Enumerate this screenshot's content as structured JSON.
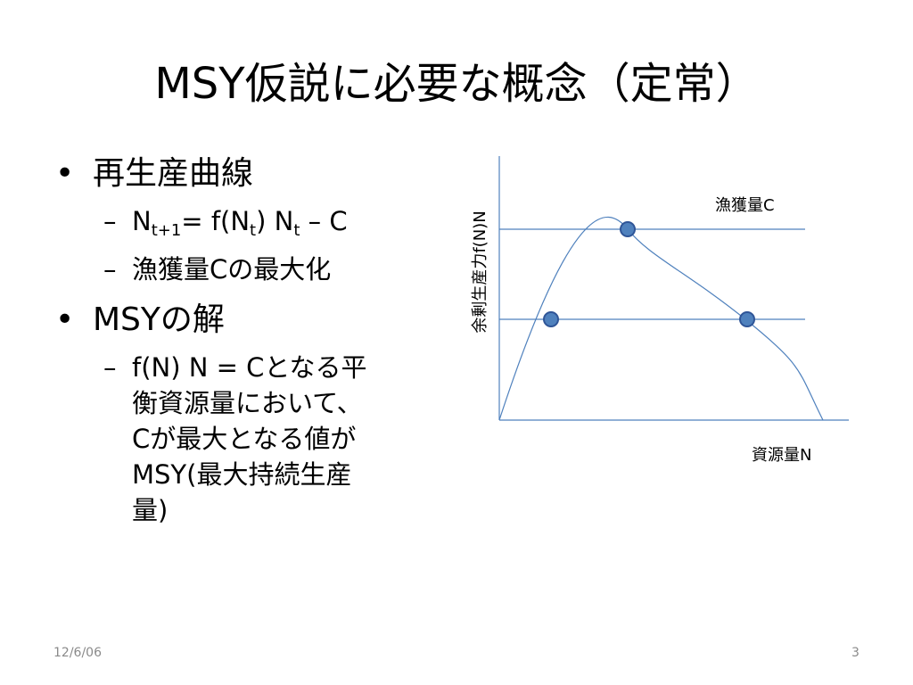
{
  "slide": {
    "title": "MSY仮説に必要な概念（定常）",
    "date": "12/6/06",
    "page_number": "3"
  },
  "bullets": [
    {
      "text": "再生産曲線",
      "subitems": [
        {
          "formula": {
            "n": "N",
            "sub1": "t+1",
            "mid": "= f(N",
            "sub2": "t",
            "mid2": ") N",
            "sub3": "t",
            "tail": " – C"
          }
        },
        {
          "text": "漁獲量Cの最大化"
        }
      ]
    },
    {
      "text": "MSYの解",
      "subitems": [
        {
          "text": "f(N) N = Cとなる平衡資源量において、Cが最大となる値がMSY(最大持続生産量)"
        }
      ]
    }
  ],
  "chart_data": {
    "type": "line",
    "xlabel": "資源量N",
    "ylabel": "余剰生産力f(N)N",
    "series": [
      {
        "name": "余剰生産力f(N)N",
        "shape": "dome",
        "x_domain": [
          0,
          1
        ],
        "peak_x": 0.4
      }
    ],
    "horizontal_lines": [
      {
        "label": "漁獲量C",
        "level": "max",
        "value": 1.0
      },
      {
        "level": "lower",
        "value": 0.5
      }
    ],
    "points": [
      {
        "x": 0.4,
        "y": 1.0
      },
      {
        "x": 0.14,
        "y": 0.5
      },
      {
        "x": 0.75,
        "y": 0.5
      }
    ],
    "colors": {
      "line": "#4f81bd",
      "marker": "#4f81bd",
      "marker_edge": "#2f5597",
      "axis": "#4f81bd"
    }
  }
}
